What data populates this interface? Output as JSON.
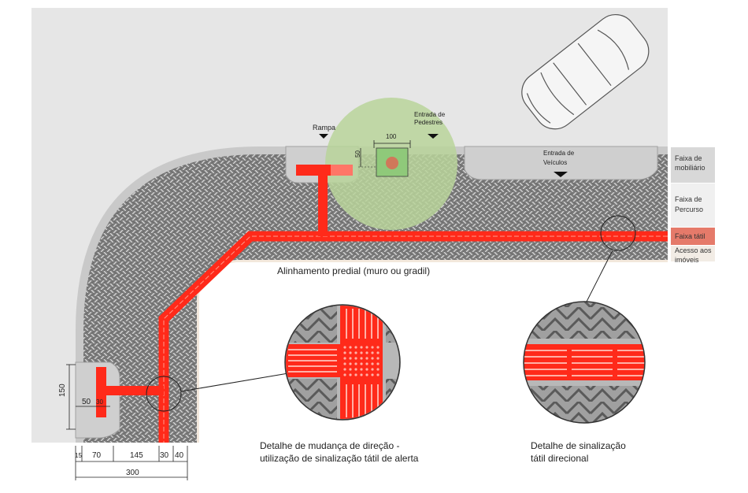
{
  "labels": {
    "rampa": "Rampa",
    "entrada_pedestres": [
      "Entrada de",
      "Pedestres"
    ],
    "entrada_veiculos": [
      "Entrada de",
      "Veículos"
    ],
    "alinhamento": "Alinhamento predial (muro ou gradil)",
    "tree_width": "100",
    "tree_depth": "50"
  },
  "legend": {
    "mobiliario": [
      "Faixa de",
      "mobiliário"
    ],
    "percurso": [
      "Faixa de",
      "Percurso"
    ],
    "tatil": "Faixa tátil",
    "acesso": [
      "Acesso aos",
      "imóveis"
    ]
  },
  "captions": {
    "detail_left": [
      "Detalhe de mudança de direção -",
      "utilização de sinalização tátil de alerta"
    ],
    "detail_right": [
      "Detalhe de sinalização",
      "tátil direcional"
    ]
  },
  "dimensions": {
    "vertical": "150",
    "inner": "50",
    "inner2": "30",
    "bottom": [
      "15",
      "70",
      "145",
      "30",
      "40"
    ],
    "total": "300"
  },
  "colors": {
    "tactile": "#ff2a1a",
    "paving": "#8f8f8f",
    "tree": "#b9d39a",
    "legend_tatil": "#e57a6a"
  }
}
